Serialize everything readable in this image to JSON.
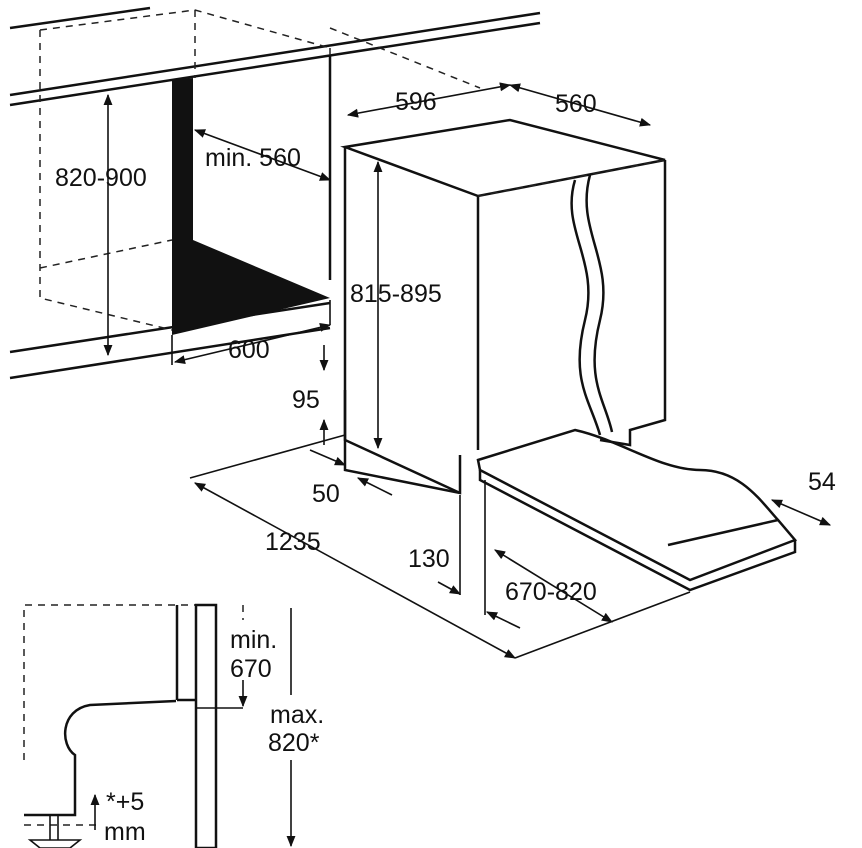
{
  "diagram": {
    "labels": {
      "niche_height": "820-900",
      "niche_depth": "min. 560",
      "niche_width": "600",
      "appliance_width": "596",
      "appliance_depth": "560",
      "appliance_height": "815-895",
      "plinth_height": "95",
      "plinth_depth": "50",
      "door_adjust": "54",
      "total_depth_door_open": "1235",
      "door_offset": "130",
      "door_panel_height": "670-820",
      "min_label": "min.",
      "min_value": "670",
      "max_label": "max.",
      "max_value": "820*",
      "footnote_value": "*+5",
      "footnote_unit": "mm"
    }
  }
}
